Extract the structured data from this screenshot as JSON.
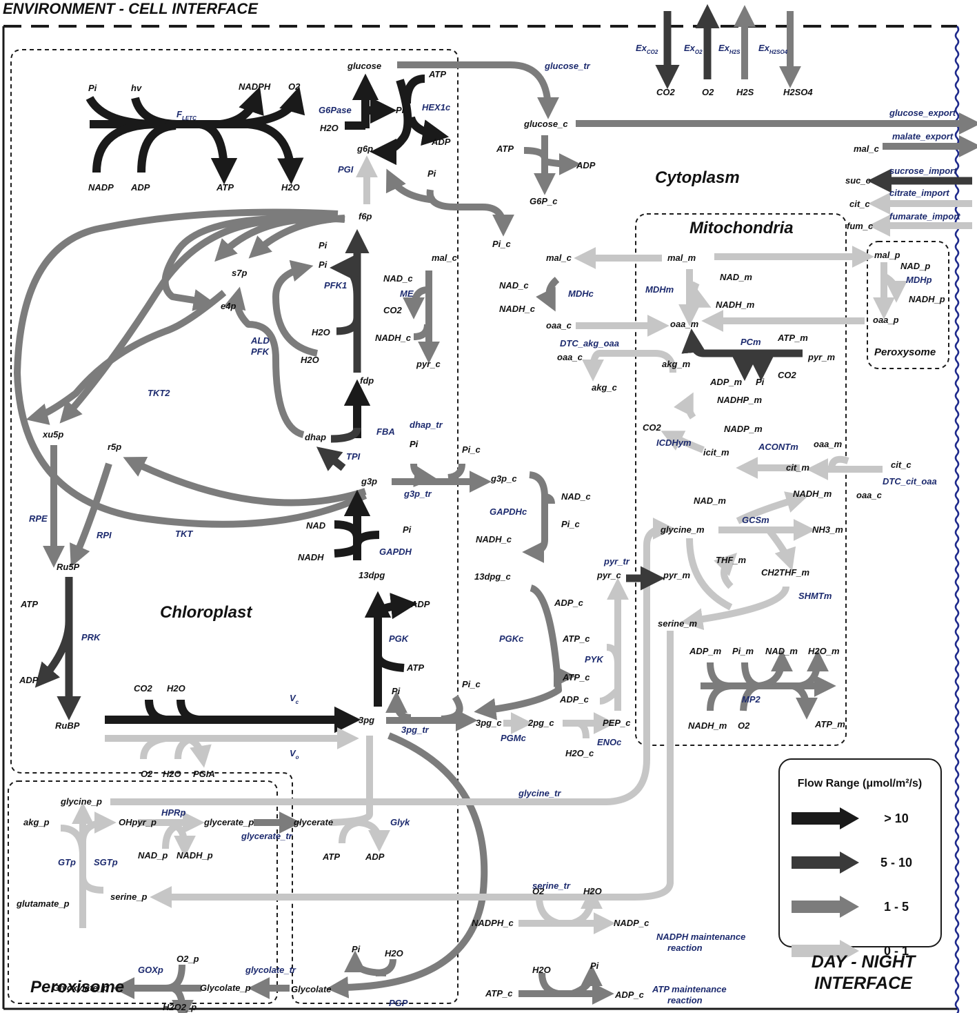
{
  "title": "ENVIRONMENT - CELL INTERFACE",
  "colors": {
    "gt10": "#1a1a1a",
    "r5_10": "#3a3a3a",
    "r1_5": "#7c7c7c",
    "r0_1": "#c6c6c6",
    "wave": "#1e2a8c",
    "label": "#1c2a6e"
  },
  "compartments": {
    "chloroplast": "Chloroplast",
    "cytoplasm": "Cytoplasm",
    "mitochondria": "Mitochondria",
    "peroxisome": "Peroxisome",
    "peroxysome": "Peroxysome"
  },
  "day_night": {
    "line1": "DAY - NIGHT",
    "line2": "INTERFACE"
  },
  "legend": {
    "title": "Flow Range (μmol/m²/s)",
    "ranges": [
      {
        "label": "> 10",
        "color": "#1a1a1a"
      },
      {
        "label": "5 - 10",
        "color": "#3a3a3a"
      },
      {
        "label": "1 - 5",
        "color": "#7c7c7c"
      },
      {
        "label": "0 - 1",
        "color": "#c6c6c6"
      }
    ]
  },
  "exchange": {
    "ex_co2": {
      "base": "Ex",
      "sub": "CO2",
      "species": "CO2"
    },
    "ex_o2": {
      "base": "Ex",
      "sub": "O2",
      "species": "O2"
    },
    "ex_h2s": {
      "base": "Ex",
      "sub": "H2S",
      "species": "H2S"
    },
    "ex_h2so4": {
      "base": "Ex",
      "sub": "H2SO4",
      "species": "H2SO4"
    }
  },
  "labels": {
    "chloroplast": {
      "metabolites": {
        "pi_letc": "Pi",
        "hv": "hv",
        "nadph": "NADPH",
        "o2": "O2",
        "nadp": "NADP",
        "adp_letc": "ADP",
        "atp_letc": "ATP",
        "h2o_letc": "H2O",
        "glucose": "glucose",
        "atp_hex": "ATP",
        "pi_hex": "Pi",
        "h2o_g6p": "H2O",
        "g6p": "g6p",
        "adp_hex": "ADP",
        "pi_f6p": "Pi",
        "f6p": "f6p",
        "s7p": "s7p",
        "e4p": "e4p",
        "pi1": "Pi",
        "pi2": "Pi",
        "h2o_pfk": "H2O",
        "h2o_ald": "H2O",
        "fdp": "fdp",
        "dhap": "dhap",
        "g3p": "g3p",
        "pi_fba": "Pi",
        "xu5p": "xu5p",
        "r5p": "r5p",
        "nad": "NAD",
        "nadh": "NADH",
        "pi_gapdh": "Pi",
        "13dpg": "13dpg",
        "ru5p": "Ru5P",
        "atp_prk": "ATP",
        "adp_prk": "ADP",
        "adp_pgk": "ADP",
        "atp_pgk": "ATP",
        "rubp": "RuBP",
        "co2_vc": "CO2",
        "h2o_vc": "H2O",
        "3pg": "3pg",
        "pi_3pg": "Pi",
        "o2_vo": "O2",
        "h2o_vo": "H2O",
        "pgia": "PGIA",
        "glycerate": "glycerate",
        "atp_glyk": "ATP",
        "adp_glyk": "ADP",
        "pi_pgp": "Pi",
        "h2o_pgp": "H2O",
        "glycolate": "Glycolate"
      },
      "reactions": {
        "fletc": "F",
        "fletc_sub": "LETC",
        "g6pase": "G6Pase",
        "hex1c": "HEX1c",
        "pgi": "PGI",
        "pfk1": "PFK1",
        "ald": "ALD",
        "pfk": "PFK",
        "tkt2": "TKT2",
        "fba": "FBA",
        "tpi": "TPI",
        "rpe": "RPE",
        "rpi": "RPI",
        "tkt": "TKT",
        "gapdh": "GAPDH",
        "prk": "PRK",
        "pgk": "PGK",
        "vc": "V",
        "vc_sub": "c",
        "vo": "V",
        "vo_sub": "o",
        "glyk": "Glyk",
        "pgp": "PGP"
      }
    },
    "peroxisome": {
      "metabolites": {
        "glycine_p": "glycine_p",
        "akg_p": "akg_p",
        "ohpyr_p": "OHpyr_p",
        "glycerate_p": "glycerate_p",
        "nad_p": "NAD_p",
        "nadh_p": "NADH_p",
        "glutamate_p": "glutamate_p",
        "serine_p": "serine_p",
        "o2_p": "O2_p",
        "glyoxylate_p": "Glyoxylate_p",
        "glycolate_p": "Glycolate_p",
        "h2o2_p": "H2O2_p"
      },
      "reactions": {
        "hprp": "HPRp",
        "glycerate_tr": "glycerate_tr",
        "gtp": "GTp",
        "sgtp": "SGTp",
        "goxp": "GOXp",
        "glycolate_tr": "glycolate_tr"
      }
    },
    "cytoplasm": {
      "metabolites": {
        "glucose_c": "glucose_c",
        "atp_c1": "ATP",
        "adp_c1": "ADP",
        "g6p_c": "G6P_c",
        "pi_c_top": "Pi",
        "pi_c": "Pi_c",
        "mal_c": "mal_c",
        "nad_c": "NAD_c",
        "co2_me": "CO2",
        "nadh_c": "NADH_c",
        "pyr_c_me": "pyr_c",
        "mal_c2": "mal_c",
        "nad_c2": "NAD_c",
        "nadh_c2": "NADH_c",
        "oaa_c": "oaa_c",
        "oaa_c2": "oaa_c",
        "akg_c": "akg_c",
        "pi_dhap": "Pi",
        "pi_c_g3p": "Pi_c",
        "g3p_c": "g3p_c",
        "nad_c3": "NAD_c",
        "pi_c3": "Pi_c",
        "nadh_c3": "NADH_c",
        "13dpg_c": "13dpg_c",
        "adp_c_pgk": "ADP_c",
        "atp_c_pyk": "ATP_c",
        "atp_c_pgk": "ATP_c",
        "adp_c_pyk": "ADP_c",
        "pi_c_3pg": "Pi_c",
        "3pg_c": "3pg_c",
        "2pg_c": "2pg_c",
        "pep_c": "PEP_c",
        "h2o_c": "H2O_c",
        "pyr_c": "pyr_c",
        "nadph_c": "NADPH_c",
        "o2_m": "O2",
        "h2o_m": "H2O",
        "nadp_c": "NADP_c",
        "h2o_atpm": "H2O",
        "pi_atpm": "Pi",
        "atp_c": "ATP_c",
        "adp_c": "ADP_c",
        "mal_c_exp": "mal_c",
        "suc_c": "suc_c",
        "cit_c": "cit_c",
        "fum_c": "fum_c",
        "cit_c2": "cit_c",
        "oaa_c3": "oaa_c"
      },
      "reactions": {
        "glucose_tr": "glucose_tr",
        "me": "ME",
        "mdhc": "MDHc",
        "dtc_akg_oaa": "DTC_akg_oaa",
        "dhap_tr": "dhap_tr",
        "g3p_tr": "g3p_tr",
        "gapdhc": "GAPDHc",
        "pgkc": "PGKc",
        "pyk": "PYK",
        "pyr_tr": "pyr_tr",
        "3pg_tr": "3pg_tr",
        "pgmc": "PGMc",
        "enoc": "ENOc",
        "glycine_tr": "glycine_tr",
        "serine_tr": "serine_tr",
        "nadph_maint_1": "NADPH maintenance",
        "nadph_maint_2": "reaction",
        "atp_maint_1": "ATP maintenance",
        "atp_maint_2": "reaction",
        "glucose_export": "glucose_export",
        "malate_export": "malate_export",
        "sucrose_import": "sucrose_import",
        "citrate_import": "citrate_import",
        "fumarate_import": "fumarate_import",
        "dtc_cit_oaa": "DTC_cit_oaa"
      }
    },
    "mitochondria": {
      "metabolites": {
        "mal_m": "mal_m",
        "nad_m": "NAD_m",
        "nadh_m": "NADH_m",
        "oaa_m": "oaa_m",
        "atp_m": "ATP_m",
        "pyr_m": "pyr_m",
        "akg_m": "akg_m",
        "adp_m": "ADP_m",
        "pi_m_pc": "Pi",
        "co2_pc": "CO2",
        "nadhp_m": "NADHP_m",
        "co2_icd": "CO2",
        "nadp_m": "NADP_m",
        "icit_m": "icit_m",
        "cit_m": "cit_m",
        "oaa_m2": "oaa_m",
        "nad_m2": "NAD_m",
        "nadh_m2": "NADH_m",
        "glycine_m": "glycine_m",
        "nh3_m": "NH3_m",
        "thf_m": "THF_m",
        "ch2thf_m": "CH2THF_m",
        "pyr_m2": "pyr_m",
        "serine_m": "serine_m",
        "adp_m2": "ADP_m",
        "pi_m": "Pi_m",
        "nad_m3": "NAD_m",
        "h2o_m": "H2O_m",
        "nadh_m3": "NADH_m",
        "o2_m2": "O2",
        "atp_m2": "ATP_m"
      },
      "reactions": {
        "mdhm": "MDHm",
        "pcm": "PCm",
        "icdhym": "ICDHym",
        "acontm": "ACONTm",
        "gcsm": "GCSm",
        "shmtm": "SHMTm",
        "mp2": "MP2"
      }
    },
    "peroxysome": {
      "metabolites": {
        "mal_p": "mal_p",
        "nad_p": "NAD_p",
        "nadh_p": "NADH_p",
        "oaa_p": "oaa_p"
      },
      "reactions": {
        "mdhp": "MDHp"
      }
    }
  }
}
